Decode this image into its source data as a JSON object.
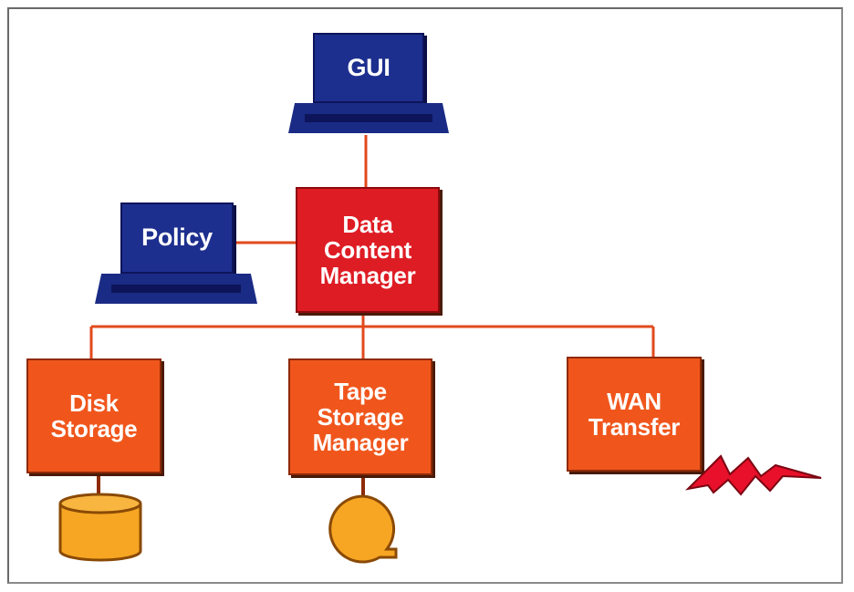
{
  "nodes": {
    "gui": "GUI",
    "policy": "Policy",
    "data_content_manager": [
      "Data",
      "Content",
      "Manager"
    ],
    "disk_storage": [
      "Disk",
      "Storage"
    ],
    "tape_storage_manager": [
      "Tape",
      "Storage",
      "Manager"
    ],
    "wan_transfer": [
      "WAN",
      "Transfer"
    ]
  },
  "icons": {
    "gui_device": "laptop-icon",
    "policy_device": "laptop-icon",
    "disk": "disk-cylinder-icon",
    "tape": "tape-reel-icon",
    "wan": "lightning-bolt-icon"
  },
  "colors": {
    "laptop": "#1d2f8e",
    "manager": "#de1c24",
    "storage": "#f0561c",
    "connector": "#e24a1c",
    "cylinder": "#f6a623",
    "bolt": "#e8102a"
  }
}
